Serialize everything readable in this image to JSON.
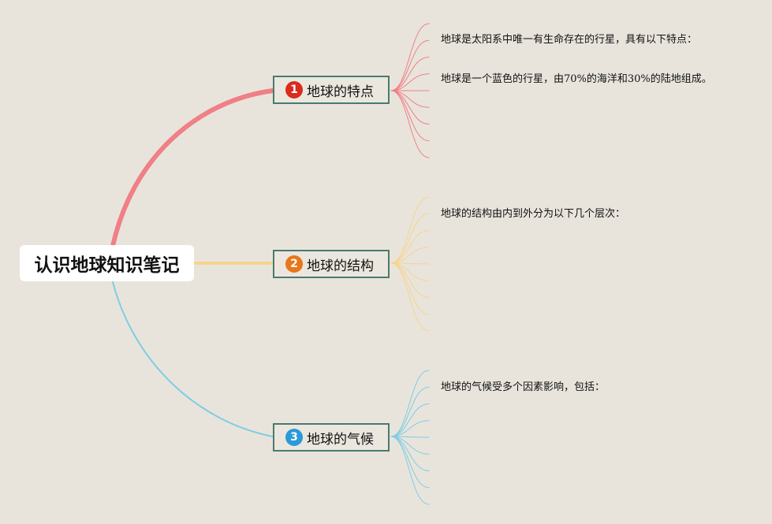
{
  "root": {
    "title": "认识地球知识笔记"
  },
  "branches": [
    {
      "number": "1",
      "label": "地球的特点",
      "color": "#f07f86",
      "badge_color": "#d92b1e",
      "notes": [
        "地球是太阳系中唯一有生命存在的行星，具有以下特点：",
        "地球是一个蓝色的行星，由70%的海洋和30%的陆地组成。"
      ]
    },
    {
      "number": "2",
      "label": "地球的结构",
      "color": "#f7d48d",
      "badge_color": "#e8761a",
      "notes": [
        "地球的结构由内到外分为以下几个层次："
      ]
    },
    {
      "number": "3",
      "label": "地球的气候",
      "color": "#7fcde3",
      "badge_color": "#2a9ad8",
      "notes": [
        "地球的气候受多个因素影响，包括："
      ]
    }
  ],
  "colors": {
    "background": "#e8e4dc",
    "node_border": "#4a7a6e"
  }
}
